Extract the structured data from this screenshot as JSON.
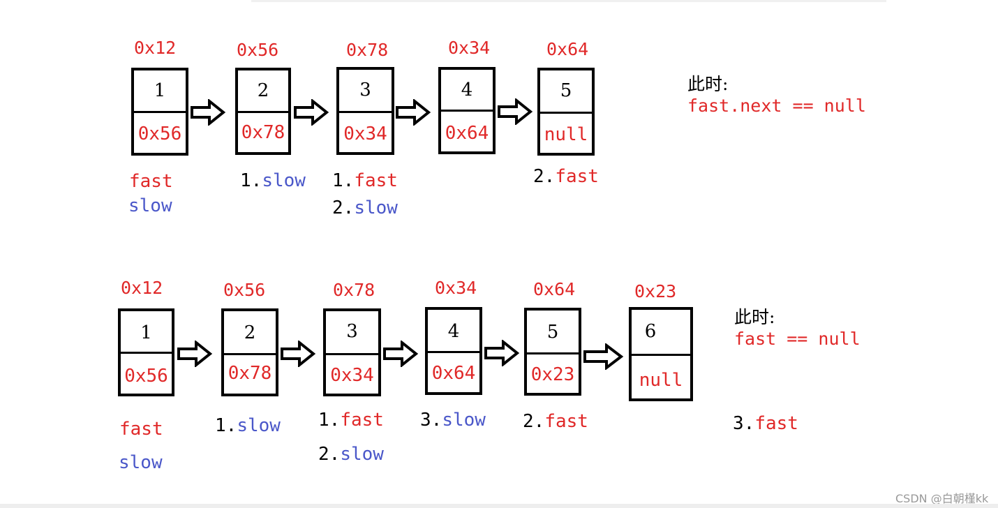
{
  "diagram1": {
    "nodes": [
      {
        "addr": "0x12",
        "val": "1",
        "next": "0x56"
      },
      {
        "addr": "0x56",
        "val": "2",
        "next": "0x78"
      },
      {
        "addr": "0x78",
        "val": "3",
        "next": "0x34"
      },
      {
        "addr": "0x34",
        "val": "4",
        "next": "0x64"
      },
      {
        "addr": "0x64",
        "val": "5",
        "next": "null"
      }
    ],
    "labels": {
      "n0_fast": "fast",
      "n0_slow": "slow",
      "n1_num": "1.",
      "n1_slow": "slow",
      "n2_num1": "1.",
      "n2_fast": "fast",
      "n2_num2": "2.",
      "n2_slow": "slow",
      "n4_num": "2.",
      "n4_fast": "fast"
    },
    "note": {
      "title": "此时:",
      "cond": "fast.next == null"
    }
  },
  "diagram2": {
    "nodes": [
      {
        "addr": "0x12",
        "val": "1",
        "next": "0x56"
      },
      {
        "addr": "0x56",
        "val": "2",
        "next": "0x78"
      },
      {
        "addr": "0x78",
        "val": "3",
        "next": "0x34"
      },
      {
        "addr": "0x34",
        "val": "4",
        "next": "0x64"
      },
      {
        "addr": "0x64",
        "val": "5",
        "next": "0x23"
      },
      {
        "addr": "0x23",
        "val": "6",
        "next": "null"
      }
    ],
    "labels": {
      "n0_fast": "fast",
      "n0_slow": "slow",
      "n1_num": "1.",
      "n1_slow": "slow",
      "n2_num1": "1.",
      "n2_fast": "fast",
      "n2_num2": "2.",
      "n2_slow": "slow",
      "n3_num": "3.",
      "n3_slow": "slow",
      "n4_num": "2.",
      "n4_fast": "fast",
      "n5_num": "3.",
      "n5_fast": "fast"
    },
    "note": {
      "title": "此时:",
      "cond": "fast == null"
    }
  },
  "watermark": "CSDN @白朝槿kk",
  "colors": {
    "address": "#e02828",
    "fast": "#e02828",
    "slow": "#4a57c9",
    "border": "#000000"
  }
}
